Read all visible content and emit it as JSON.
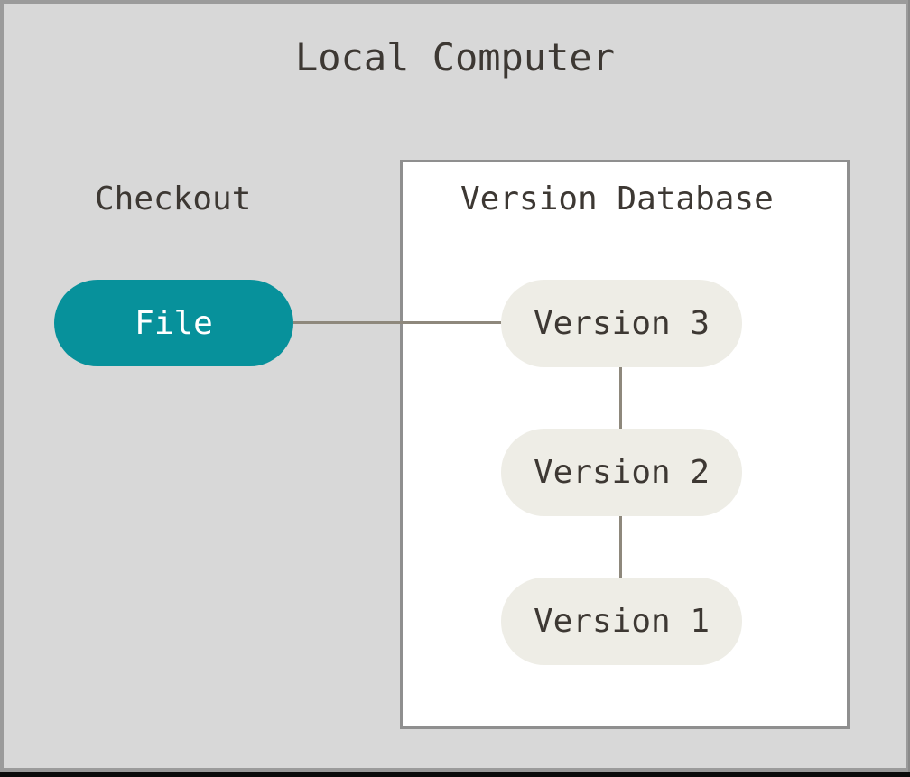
{
  "diagram": {
    "title": "Local Computer",
    "checkout_label": "Checkout",
    "file_pill": {
      "label": "File"
    },
    "version_database": {
      "title": "Version Database",
      "versions": [
        {
          "label": "Version 3"
        },
        {
          "label": "Version 2"
        },
        {
          "label": "Version 1"
        }
      ]
    },
    "colors": {
      "page_background": "#d8d8d8",
      "frame_border": "#9b9b9b",
      "bottom_bar": "#0b0b0b",
      "box_fill": "#ffffff",
      "box_border": "#8f8f8f",
      "file_pill_fill": "#07919b",
      "file_pill_text": "#ffffff",
      "version_pill_fill": "#eeede6",
      "text_dark": "#3d3833",
      "connector": "#8e887c"
    }
  }
}
